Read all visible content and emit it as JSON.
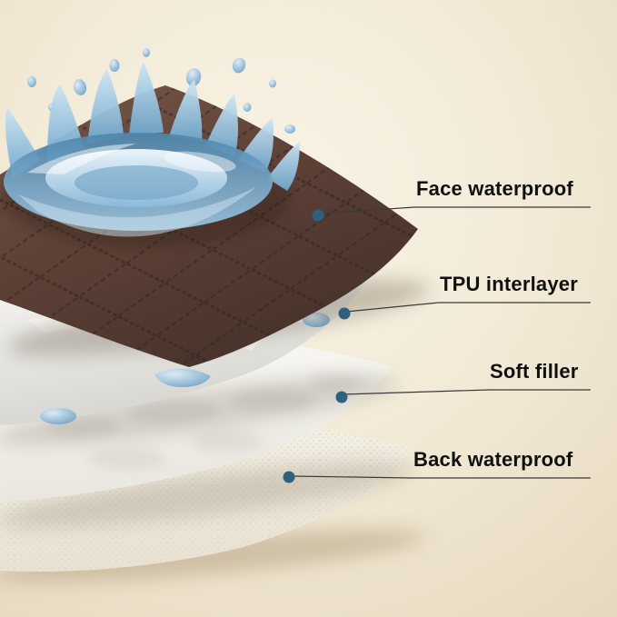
{
  "diagram": {
    "type": "layered-material-cutaway",
    "layers": [
      {
        "id": "face",
        "label": "Face waterproof",
        "color": "#5d4136"
      },
      {
        "id": "tpu",
        "label": "TPU interlayer",
        "color": "#e9e8e4"
      },
      {
        "id": "filler",
        "label": "Soft filler",
        "color": "#f4f2ee"
      },
      {
        "id": "back",
        "label": "Back waterproof",
        "color": "#f0ebe0"
      }
    ],
    "marker_color": "#2f617f",
    "line_color": "#3a3a3a",
    "water_color": "#7fb3d5",
    "background": {
      "center": "#f8f1e3",
      "edge": "#e6d9c1"
    },
    "illustrations": [
      {
        "name": "water-splash"
      },
      {
        "name": "water-droplets-on-tpu"
      }
    ]
  }
}
